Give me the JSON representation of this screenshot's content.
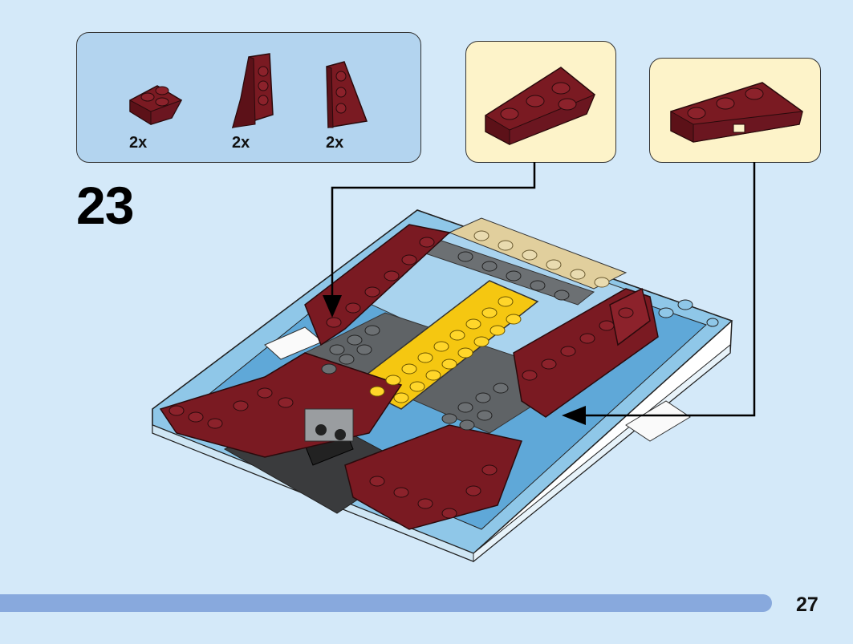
{
  "parts_list": {
    "items": [
      {
        "name": "wedge-plate-2x2-dark-red",
        "quantity": "2x"
      },
      {
        "name": "wedge-plate-3x2-left-dark-red",
        "quantity": "2x"
      },
      {
        "name": "wedge-plate-3x2-right-dark-red",
        "quantity": "2x"
      }
    ]
  },
  "step": {
    "number": "23"
  },
  "callouts": [
    {
      "name": "wedge-plate-3x2-dark-red-callout"
    },
    {
      "name": "wedge-plate-4x2-dark-red-callout"
    }
  ],
  "page": {
    "number": "27"
  },
  "colors": {
    "background": "#d4e9f9",
    "parts_panel": "#b3d4ef",
    "callout": "#fdf3c9",
    "progress_bar": "#88a9dd",
    "dark_red": "#7a1a22",
    "yellow": "#f5c711",
    "dark_gray": "#5f6366",
    "tan": "#e1cf9d",
    "light_blue": "#8fc7e8"
  }
}
